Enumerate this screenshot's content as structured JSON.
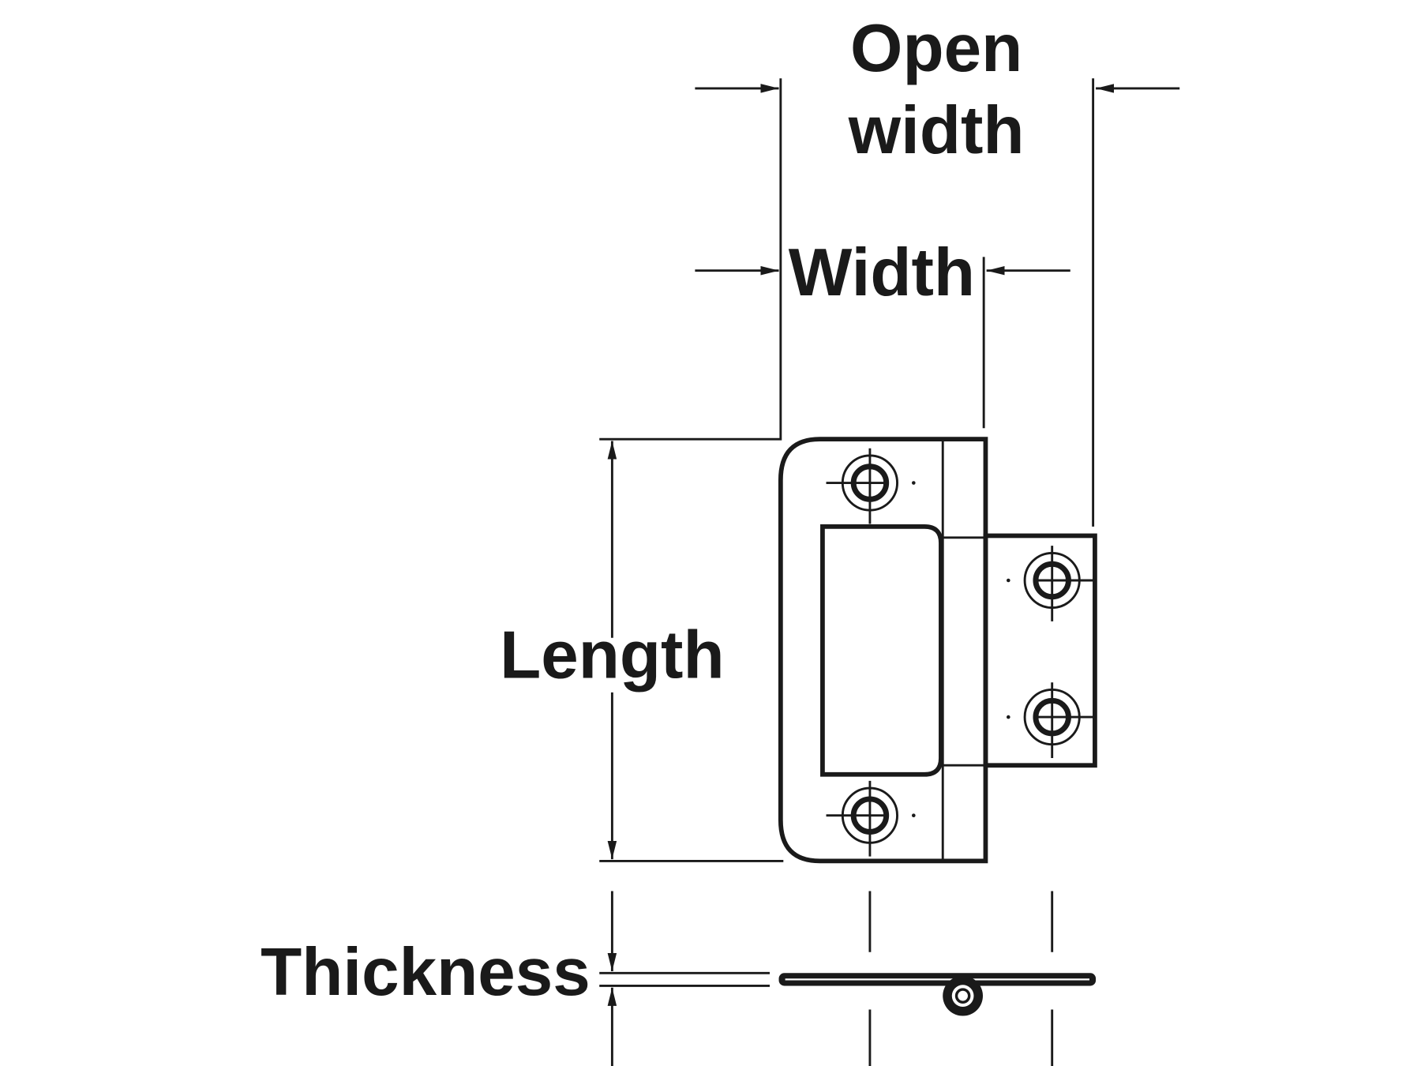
{
  "labels": {
    "open_width_line1": "Open",
    "open_width_line2": "width",
    "width": "Width",
    "length": "Length",
    "thickness": "Thickness"
  },
  "colors": {
    "ink": "#1a1a1a",
    "background": "#ffffff"
  }
}
